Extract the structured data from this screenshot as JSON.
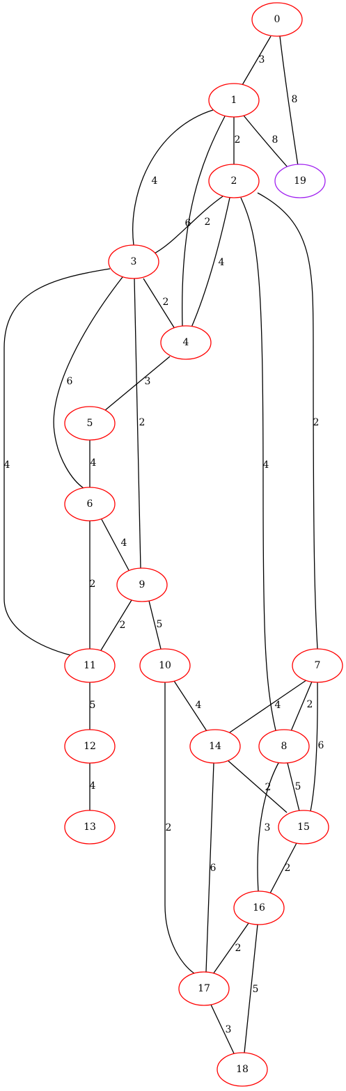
{
  "colors": {
    "node_default": "#ff0000",
    "node_highlight": "#a020f0",
    "edge": "#000000",
    "background": "#ffffff"
  },
  "nodes": [
    {
      "id": "0",
      "label": "0",
      "color": "#ff0000"
    },
    {
      "id": "1",
      "label": "1",
      "color": "#ff0000"
    },
    {
      "id": "2",
      "label": "2",
      "color": "#ff0000"
    },
    {
      "id": "3",
      "label": "3",
      "color": "#ff0000"
    },
    {
      "id": "4",
      "label": "4",
      "color": "#ff0000"
    },
    {
      "id": "5",
      "label": "5",
      "color": "#ff0000"
    },
    {
      "id": "6",
      "label": "6",
      "color": "#ff0000"
    },
    {
      "id": "7",
      "label": "7",
      "color": "#ff0000"
    },
    {
      "id": "8",
      "label": "8",
      "color": "#ff0000"
    },
    {
      "id": "9",
      "label": "9",
      "color": "#ff0000"
    },
    {
      "id": "10",
      "label": "10",
      "color": "#ff0000"
    },
    {
      "id": "11",
      "label": "11",
      "color": "#ff0000"
    },
    {
      "id": "12",
      "label": "12",
      "color": "#ff0000"
    },
    {
      "id": "13",
      "label": "13",
      "color": "#ff0000"
    },
    {
      "id": "14",
      "label": "14",
      "color": "#ff0000"
    },
    {
      "id": "15",
      "label": "15",
      "color": "#ff0000"
    },
    {
      "id": "16",
      "label": "16",
      "color": "#ff0000"
    },
    {
      "id": "17",
      "label": "17",
      "color": "#ff0000"
    },
    {
      "id": "18",
      "label": "18",
      "color": "#ff0000"
    },
    {
      "id": "19",
      "label": "19",
      "color": "#a020f0"
    }
  ],
  "edges": [
    {
      "source": "0",
      "target": "1",
      "weight": "3"
    },
    {
      "source": "0",
      "target": "19",
      "weight": "8"
    },
    {
      "source": "1",
      "target": "2",
      "weight": "2"
    },
    {
      "source": "1",
      "target": "19",
      "weight": "8"
    },
    {
      "source": "1",
      "target": "3",
      "weight": "4"
    },
    {
      "source": "1",
      "target": "4",
      "weight": "6"
    },
    {
      "source": "2",
      "target": "3",
      "weight": "2"
    },
    {
      "source": "2",
      "target": "4",
      "weight": "4"
    },
    {
      "source": "2",
      "target": "8",
      "weight": "4"
    },
    {
      "source": "2",
      "target": "7",
      "weight": "2"
    },
    {
      "source": "3",
      "target": "4",
      "weight": "2"
    },
    {
      "source": "3",
      "target": "6",
      "weight": "6"
    },
    {
      "source": "3",
      "target": "9",
      "weight": "2"
    },
    {
      "source": "3",
      "target": "11",
      "weight": "4"
    },
    {
      "source": "4",
      "target": "5",
      "weight": "3"
    },
    {
      "source": "5",
      "target": "6",
      "weight": "4"
    },
    {
      "source": "6",
      "target": "9",
      "weight": "4"
    },
    {
      "source": "6",
      "target": "11",
      "weight": "2"
    },
    {
      "source": "9",
      "target": "11",
      "weight": "2"
    },
    {
      "source": "9",
      "target": "10",
      "weight": "5"
    },
    {
      "source": "11",
      "target": "12",
      "weight": "5"
    },
    {
      "source": "12",
      "target": "13",
      "weight": "4"
    },
    {
      "source": "10",
      "target": "14",
      "weight": "4"
    },
    {
      "source": "10",
      "target": "17",
      "weight": "2"
    },
    {
      "source": "7",
      "target": "14",
      "weight": "4"
    },
    {
      "source": "7",
      "target": "8",
      "weight": "2"
    },
    {
      "source": "7",
      "target": "15",
      "weight": "6"
    },
    {
      "source": "14",
      "target": "15",
      "weight": "2"
    },
    {
      "source": "14",
      "target": "17",
      "weight": "6"
    },
    {
      "source": "8",
      "target": "15",
      "weight": "5"
    },
    {
      "source": "8",
      "target": "16",
      "weight": "3"
    },
    {
      "source": "15",
      "target": "16",
      "weight": "2"
    },
    {
      "source": "16",
      "target": "17",
      "weight": "2"
    },
    {
      "source": "16",
      "target": "18",
      "weight": "5"
    },
    {
      "source": "17",
      "target": "18",
      "weight": "3"
    }
  ]
}
